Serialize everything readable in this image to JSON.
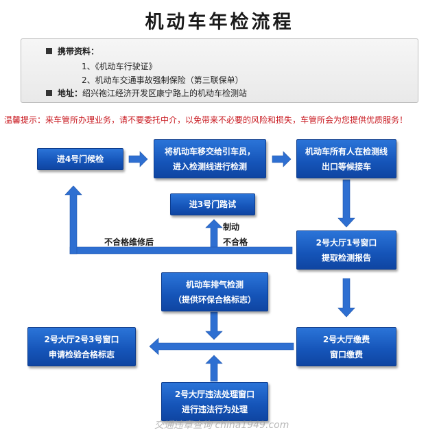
{
  "title": "机动车年检流程",
  "info": {
    "bring_label": "携带资料：",
    "bring_item_1": "1、《机动车行驶证》",
    "bring_item_2": "2、机动车交通事故强制保险（第三联保单）",
    "address_label": "地址：",
    "address_value": "绍兴袍江经济开发区康宁路上的机动车检测站"
  },
  "notice": "温馨提示：来车管所办理业务，请不要委托中介，以免带来不必要的风险和损失，车管所会为您提供优质服务！",
  "colors": {
    "box": "#1554b8",
    "arrow": "#2e6fd1",
    "notice": "#c8161d"
  },
  "steps": {
    "gate4_wait": {
      "line1": "进4号门候检"
    },
    "hand_over": {
      "line1": "将机动车移交给引车员，",
      "line2": "进入检测线进行检测"
    },
    "owner_wait": {
      "line1": "机动车所有人在检测线",
      "line2": "出口等候接车"
    },
    "gate3_road_test": {
      "line1": "进3号门路试"
    },
    "hall2_window1": {
      "line1": "2号大厅1号窗口",
      "line2": "提取检测报告"
    },
    "exhaust_test": {
      "line1": "机动车排气检测",
      "line2": "（提供环保合格标志）"
    },
    "hall2_window3": {
      "line1": "2号大厅2号3号窗口",
      "line2": "申请检验合格标志"
    },
    "hall2_payment": {
      "line1": "2号大厅缴费",
      "line2": "窗口缴费"
    },
    "hall2_violation": {
      "line1": "2号大厅违法处理窗口",
      "line2": "进行违法行为处理"
    }
  },
  "labels": {
    "fail_repair": "不合格维修后",
    "brake_fail_1": "制动",
    "brake_fail_2": "不合格"
  },
  "watermark": "交通违章查询 china1949.com"
}
